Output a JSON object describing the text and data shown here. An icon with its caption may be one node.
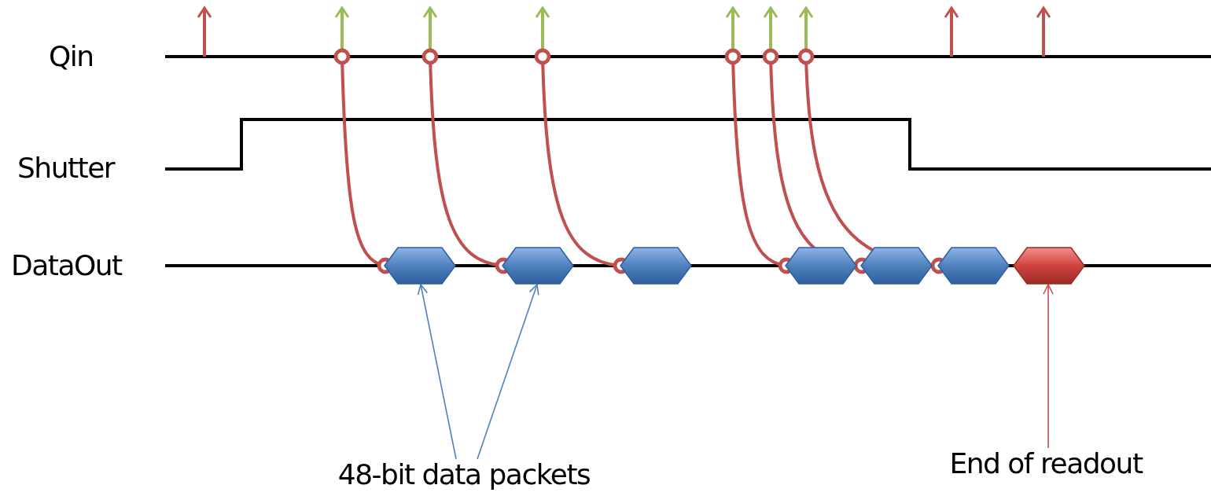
{
  "diagram": {
    "nodes": [
      {
        "text": [],
        "shape": "hexagon"
      },
      {
        "text": [],
        "shape": "hexagon"
      },
      {
        "text": [],
        "shape": "hexagon"
      },
      {
        "text": [],
        "shape": "hexagon"
      },
      {
        "text": [],
        "shape": "hexagon"
      },
      {
        "text": [],
        "shape": "hexagon"
      },
      {
        "text": [],
        "shape": "hexagon"
      },
      {
        "text": [
          "48-bit data packets"
        ]
      },
      {
        "text": [
          "End of readout"
        ]
      }
    ],
    "edges": [
      {
        "from": null,
        "to": 0,
        "arrow": "other"
      },
      {
        "from": null,
        "to": 1,
        "arrow": "other"
      },
      {
        "from": null,
        "to": 2,
        "arrow": "other"
      },
      {
        "from": null,
        "to": 3,
        "arrow": "other"
      },
      {
        "from": null,
        "to": 4,
        "arrow": "other"
      },
      {
        "from": null,
        "to": 5,
        "arrow": "other"
      },
      {
        "from": 7,
        "to": 0,
        "arrow": "to",
        "color": "#4f81bd"
      },
      {
        "from": 7,
        "to": 1,
        "arrow": "to",
        "color": "#4f81bd"
      },
      {
        "from": 8,
        "to": 6,
        "arrow": "to"
      }
    ],
    "labels": [
      "Qin",
      "Shutter",
      "DataOut"
    ]
  }
}
